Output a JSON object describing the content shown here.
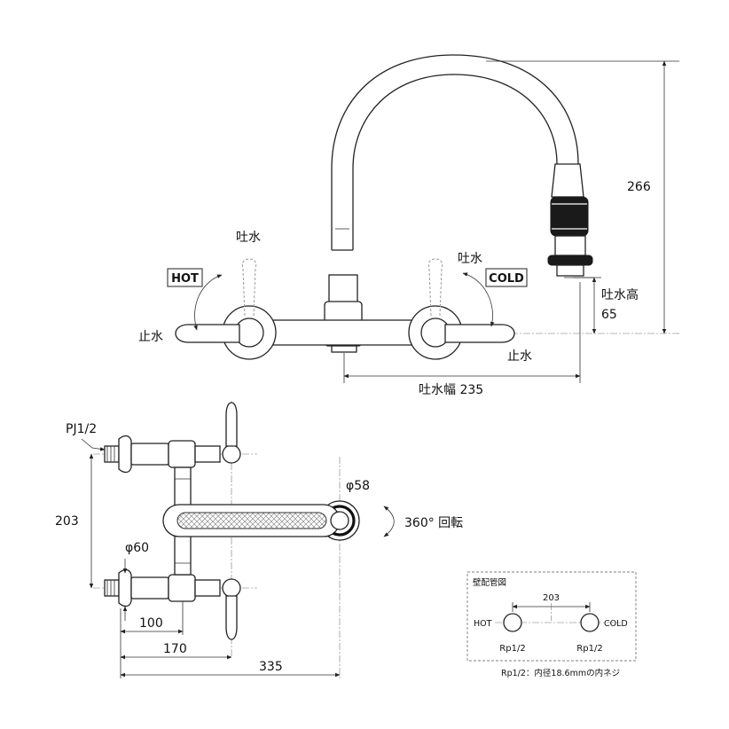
{
  "front_view": {
    "spout_left_label": "吐水",
    "spout_right_label": "吐水",
    "stop_left_label": "止水",
    "stop_right_label": "止水",
    "hot_label": "HOT",
    "cold_label": "COLD",
    "height_total_label": "266",
    "outlet_height_label": "吐水高",
    "outlet_height_value": "65",
    "spout_width_label": "吐水幅 235"
  },
  "plan_view": {
    "thread_label": "PJ1/2",
    "spacing_label": "203",
    "flange_diameter_label": "φ60",
    "base_diameter_label": "φ58",
    "rotation_label": "360° 回転",
    "dim_100": "100",
    "dim_170": "170",
    "dim_335": "335"
  },
  "wall_pipe_inset": {
    "title": "壁配管図",
    "spacing_label": "203",
    "hot_label": "HOT",
    "cold_label": "COLD",
    "left_thread_label": "Rp1/2",
    "right_thread_label": "Rp1/2",
    "note": "Rp1/2：内径18.6mmの内ネジ"
  },
  "colors": {
    "line": "#222222",
    "dark_band": "#1a1a1a",
    "background": "#ffffff"
  }
}
